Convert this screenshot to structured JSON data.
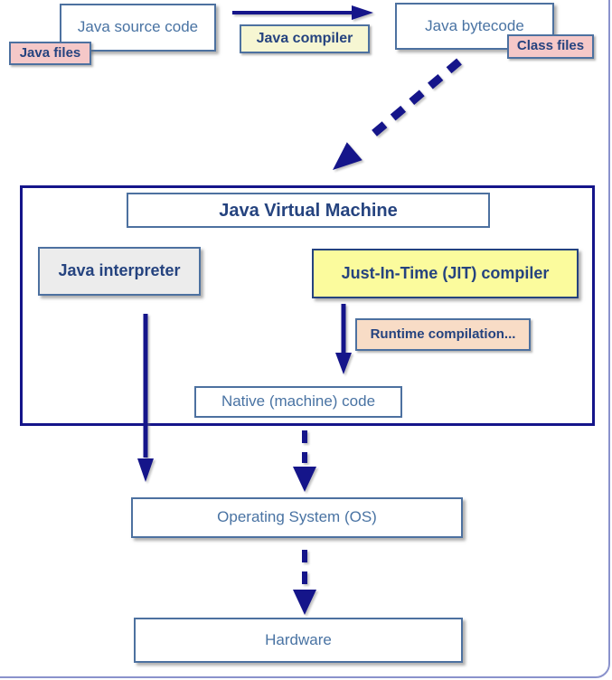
{
  "nodes": {
    "java_source_code": "Java source code",
    "java_files": "Java files",
    "java_compiler": "Java compiler",
    "java_bytecode": "Java bytecode",
    "class_files": "Class files",
    "jvm_title": "Java Virtual Machine",
    "java_interpreter": "Java interpreter",
    "jit_compiler": "Just-In-Time (JIT) compiler",
    "runtime_compilation": "Runtime compilation...",
    "native_code": "Native (machine) code",
    "operating_system": "Operating System (OS)",
    "hardware": "Hardware"
  },
  "edges": [
    {
      "from": "java_source_code",
      "to": "java_bytecode",
      "label": "Java compiler",
      "style": "solid"
    },
    {
      "from": "java_bytecode",
      "to": "java_virtual_machine",
      "label": "",
      "style": "dashed"
    },
    {
      "from": "jit_compiler",
      "to": "native_code",
      "label": "Runtime compilation...",
      "style": "solid"
    },
    {
      "from": "java_interpreter",
      "to": "operating_system",
      "label": "",
      "style": "solid"
    },
    {
      "from": "native_code",
      "to": "operating_system",
      "label": "",
      "style": "dashed"
    },
    {
      "from": "operating_system",
      "to": "hardware",
      "label": "",
      "style": "dashed"
    }
  ],
  "colors": {
    "navy": "#15158a",
    "steel_border": "#4d71a0",
    "slate_text": "#4973a3",
    "bold_text": "#25437f",
    "white": "#ffffff",
    "gray_bg": "#ececec",
    "cream_bg": "#f6f6d2",
    "yellow_bg": "#fbfb9d",
    "pink_bg": "#f5c8c8",
    "peach_bg": "#f8dcc6",
    "frame": "#8a92cc"
  }
}
